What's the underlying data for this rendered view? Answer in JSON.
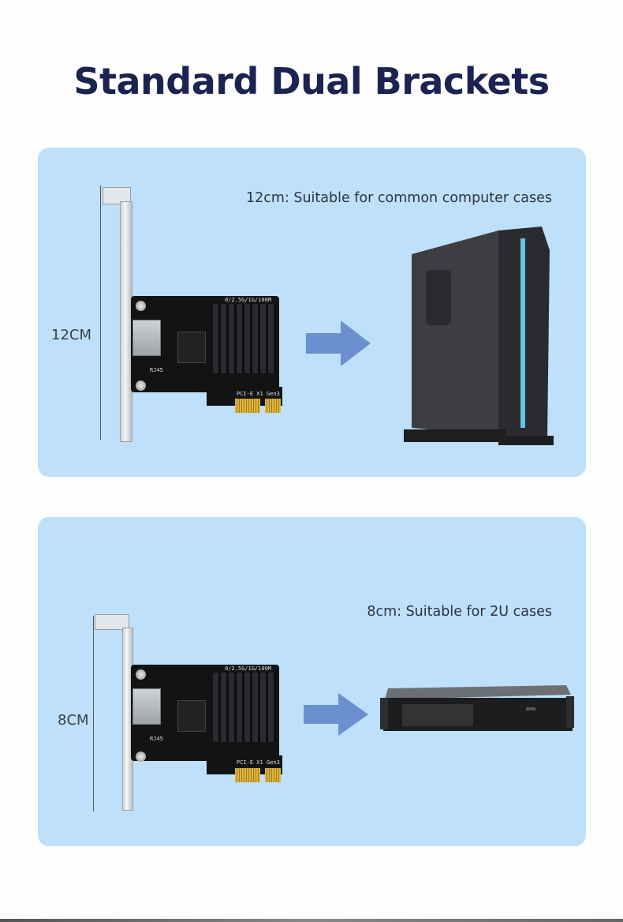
{
  "title": "Standard Dual Brackets",
  "panels": [
    {
      "caption": "12cm: Suitable for common computer cases",
      "dimension_label": "12CM",
      "pcb_text": {
        "connector": "RJ45",
        "slot": "PCI-E X1",
        "gen": "Gen3",
        "speeds": "0/2.5G/1G/100M"
      }
    },
    {
      "caption": "8cm: Suitable for 2U cases",
      "dimension_label": "8CM",
      "pcb_text": {
        "connector": "RJ45",
        "slot": "PCI-E X1",
        "gen": "Gen3",
        "speeds": "0/2.5G/1G/100M"
      }
    }
  ],
  "colors": {
    "title": "#1b2350",
    "panel_bg": "#bee0fb",
    "arrow": "#6b8fcf"
  },
  "icons": [
    "arrow-right-icon"
  ]
}
